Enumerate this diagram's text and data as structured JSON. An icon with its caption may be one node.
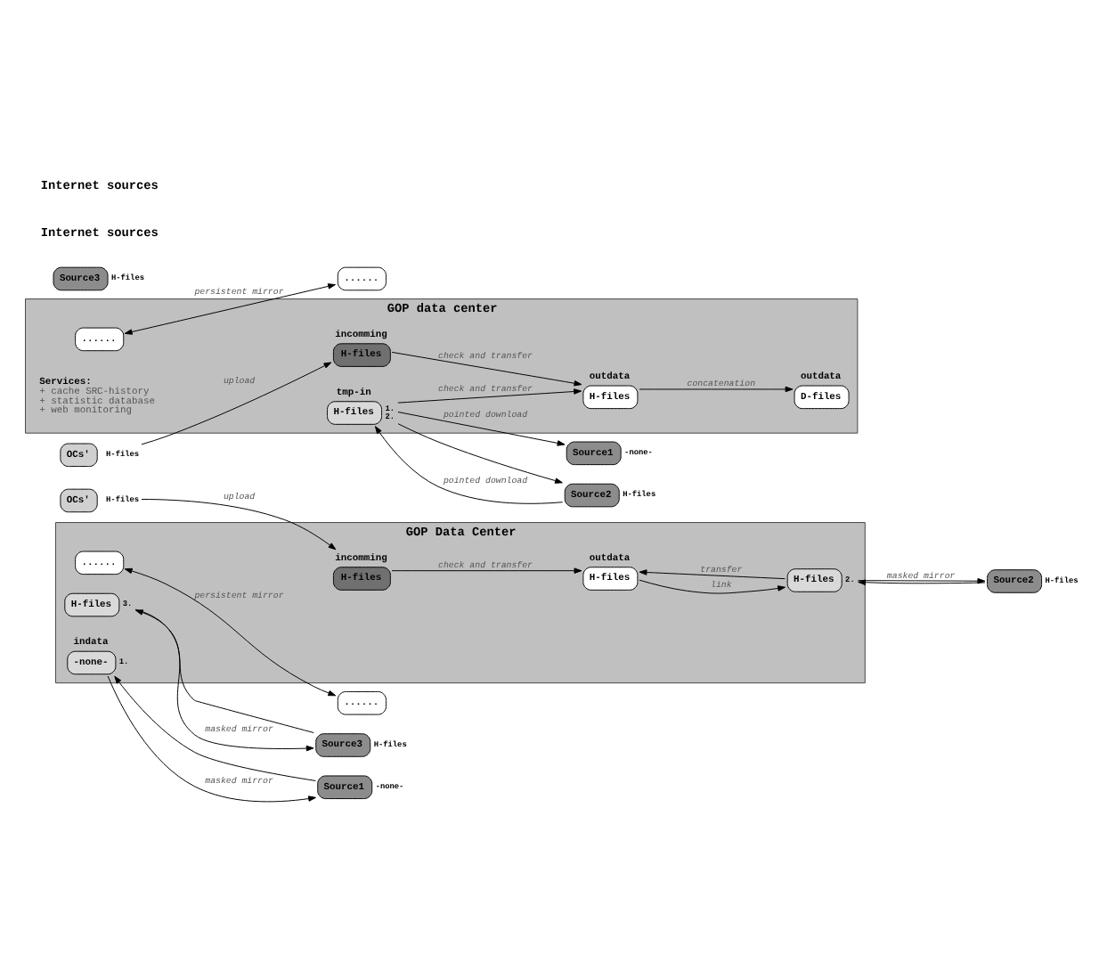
{
  "diagram": {
    "nodes": [
      {
        "text": [
          "GOP Data Center"
        ]
      },
      {
        "text": [
          "outdata",
          "H-files"
        ],
        "in": 0
      },
      {
        "text": [
          "indata",
          "-none-"
        ],
        "beside": [
          "1."
        ],
        "in": 0
      },
      {
        "text": [
          "H-files"
        ],
        "beside": [
          "2."
        ],
        "in": 0
      },
      {
        "text": [
          "H-files"
        ],
        "beside": [
          "3."
        ],
        "in": 0
      },
      {
        "text": [
          "incomming",
          "H-files"
        ],
        "in": 0
      },
      {
        "text": [
          "......"
        ],
        "in": 0
      },
      {
        "text": [
          "Source1"
        ],
        "beside": [
          "-none-"
        ]
      },
      {
        "text": [
          "Source2"
        ],
        "beside": [
          "H-files"
        ]
      },
      {
        "text": [
          "Source3"
        ],
        "beside": [
          "H-files"
        ]
      },
      {
        "text": [
          "OCs'"
        ],
        "beside": [
          "H-files"
        ]
      },
      {
        "text": [
          "......"
        ]
      },
      {
        "text": [
          "GOP data center"
        ]
      },
      {
        "text": [
          "outdata",
          "H-files"
        ],
        "in": 12
      },
      {
        "text": [
          "outdata",
          "D-files"
        ],
        "in": 12
      },
      {
        "text": [
          "tmp-in",
          "H-files"
        ],
        "beside": [
          "1.",
          "2."
        ],
        "in": 12
      },
      {
        "text": [
          "incomming",
          "H-files"
        ],
        "in": 12
      },
      {
        "text": [
          "......"
        ],
        "in": 12
      },
      {
        "text": [
          "Source1"
        ],
        "beside": [
          "-none-"
        ]
      },
      {
        "text": [
          "Source2"
        ],
        "beside": [
          "H-files"
        ]
      },
      {
        "text": [
          "Source3"
        ],
        "beside": [
          "H-files"
        ]
      },
      {
        "text": [
          "OCs'"
        ],
        "beside": [
          "H-files"
        ]
      },
      {
        "text": [
          "......"
        ]
      }
    ],
    "edges": [
      {
        "from": 2,
        "to": 7,
        "arrow": "to",
        "label": "masked mirror"
      },
      {
        "from": 7,
        "to": 2,
        "arrow": "to"
      },
      {
        "from": 3,
        "to": 1,
        "arrow": "to",
        "label": "transfer"
      },
      {
        "from": 1,
        "to": 3,
        "arrow": "to",
        "label": "link"
      },
      {
        "from": 3,
        "to": 8,
        "arrow": "to",
        "label": "masked mirror"
      },
      {
        "from": 8,
        "to": 3,
        "arrow": "to"
      },
      {
        "from": 4,
        "to": 9,
        "arrow": "to",
        "label": "masked mirror"
      },
      {
        "from": 9,
        "to": 4,
        "arrow": "to"
      },
      {
        "from": 5,
        "to": 1,
        "arrow": "to",
        "label": "check and transfer"
      },
      {
        "from": 10,
        "to": 5,
        "arrow": "to",
        "label": "upload"
      },
      {
        "from": 6,
        "to": 11,
        "arrow": "both",
        "label": "persistent mirror"
      },
      {
        "from": 15,
        "to": 13,
        "arrow": "to",
        "label": "check and transfer"
      },
      {
        "from": 13,
        "to": 14,
        "arrow": "to",
        "label": "concatenation"
      },
      {
        "from": 15,
        "to": 18,
        "arrow": "to",
        "label": "pointed download"
      },
      {
        "from": 15,
        "to": 19,
        "arrow": "to"
      },
      {
        "from": 19,
        "to": 15,
        "arrow": "to",
        "label": "pointed download"
      },
      {
        "from": 16,
        "to": 13,
        "arrow": "to",
        "label": "check and transfer"
      },
      {
        "from": 21,
        "to": 16,
        "arrow": "to",
        "label": "upload"
      },
      {
        "from": 17,
        "to": 22,
        "arrow": "both",
        "label": "persistent mirror"
      }
    ],
    "labels": [
      "Internet sources",
      "Internet sources",
      "Services:",
      "+ cache SRC-history",
      "+ statistic database",
      "+ web monitoring"
    ]
  }
}
